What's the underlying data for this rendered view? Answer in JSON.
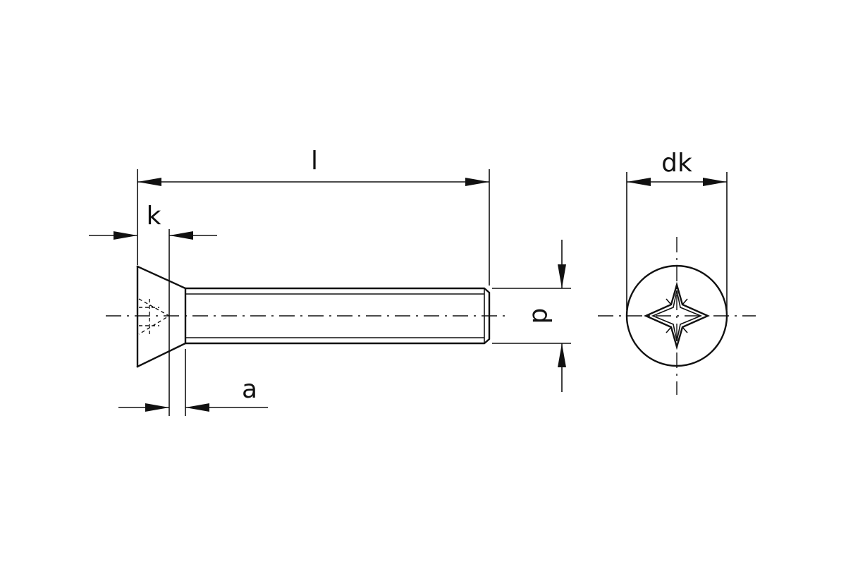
{
  "drawing": {
    "labels": {
      "length": "l",
      "head_height": "k",
      "thread_runout": "a",
      "thread_diameter": "d",
      "head_diameter": "dk"
    }
  }
}
